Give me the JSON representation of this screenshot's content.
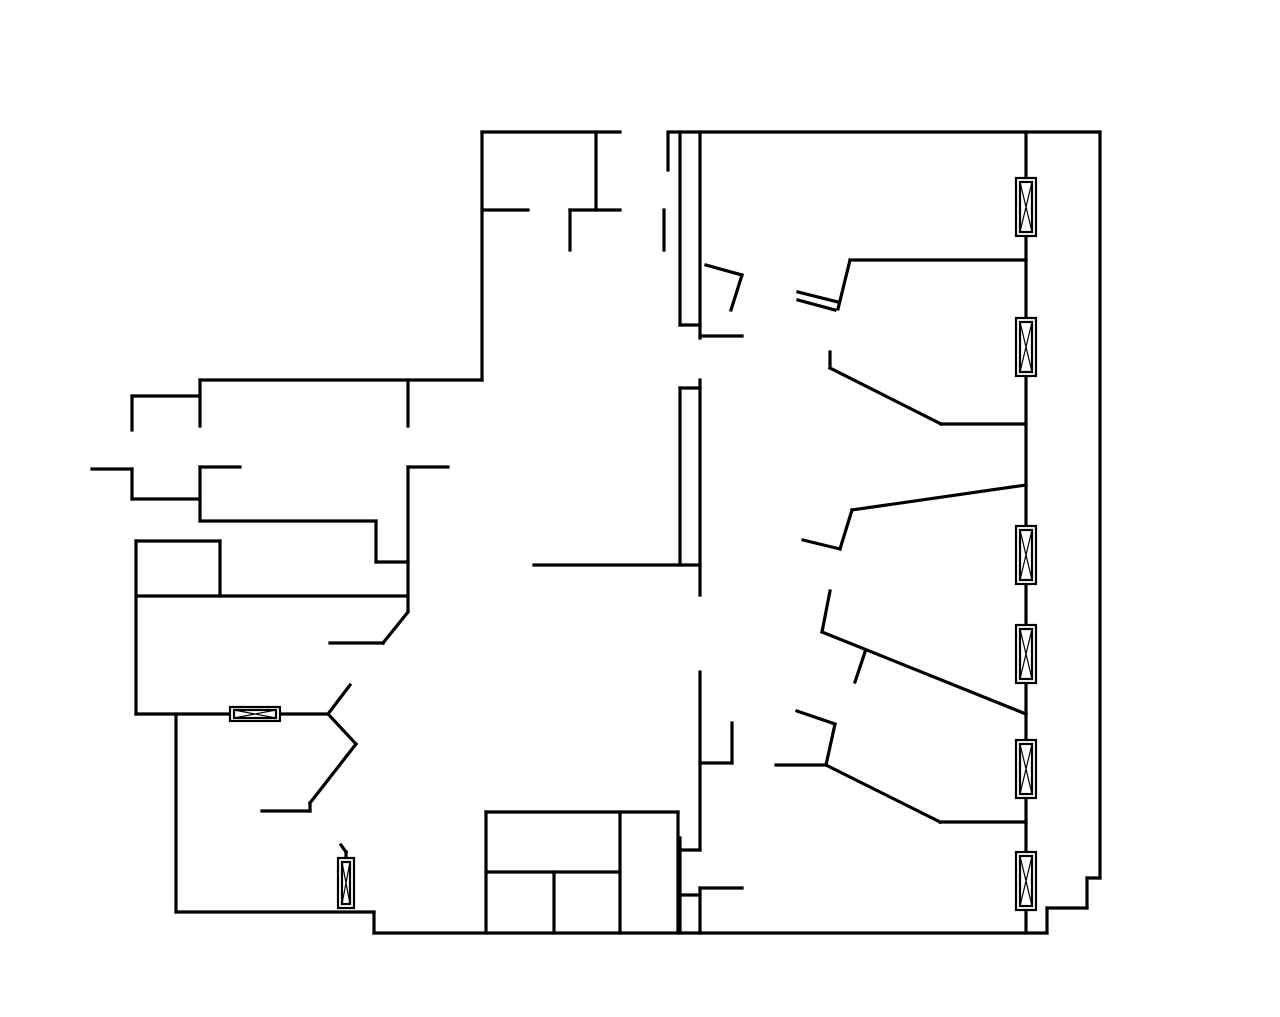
{
  "diagram": {
    "type": "floor-plan",
    "colors": {
      "background": "#ffffff",
      "line": "#000000"
    },
    "elements": {
      "walls": "wall-segment",
      "fixtures": "window-fixture"
    }
  }
}
